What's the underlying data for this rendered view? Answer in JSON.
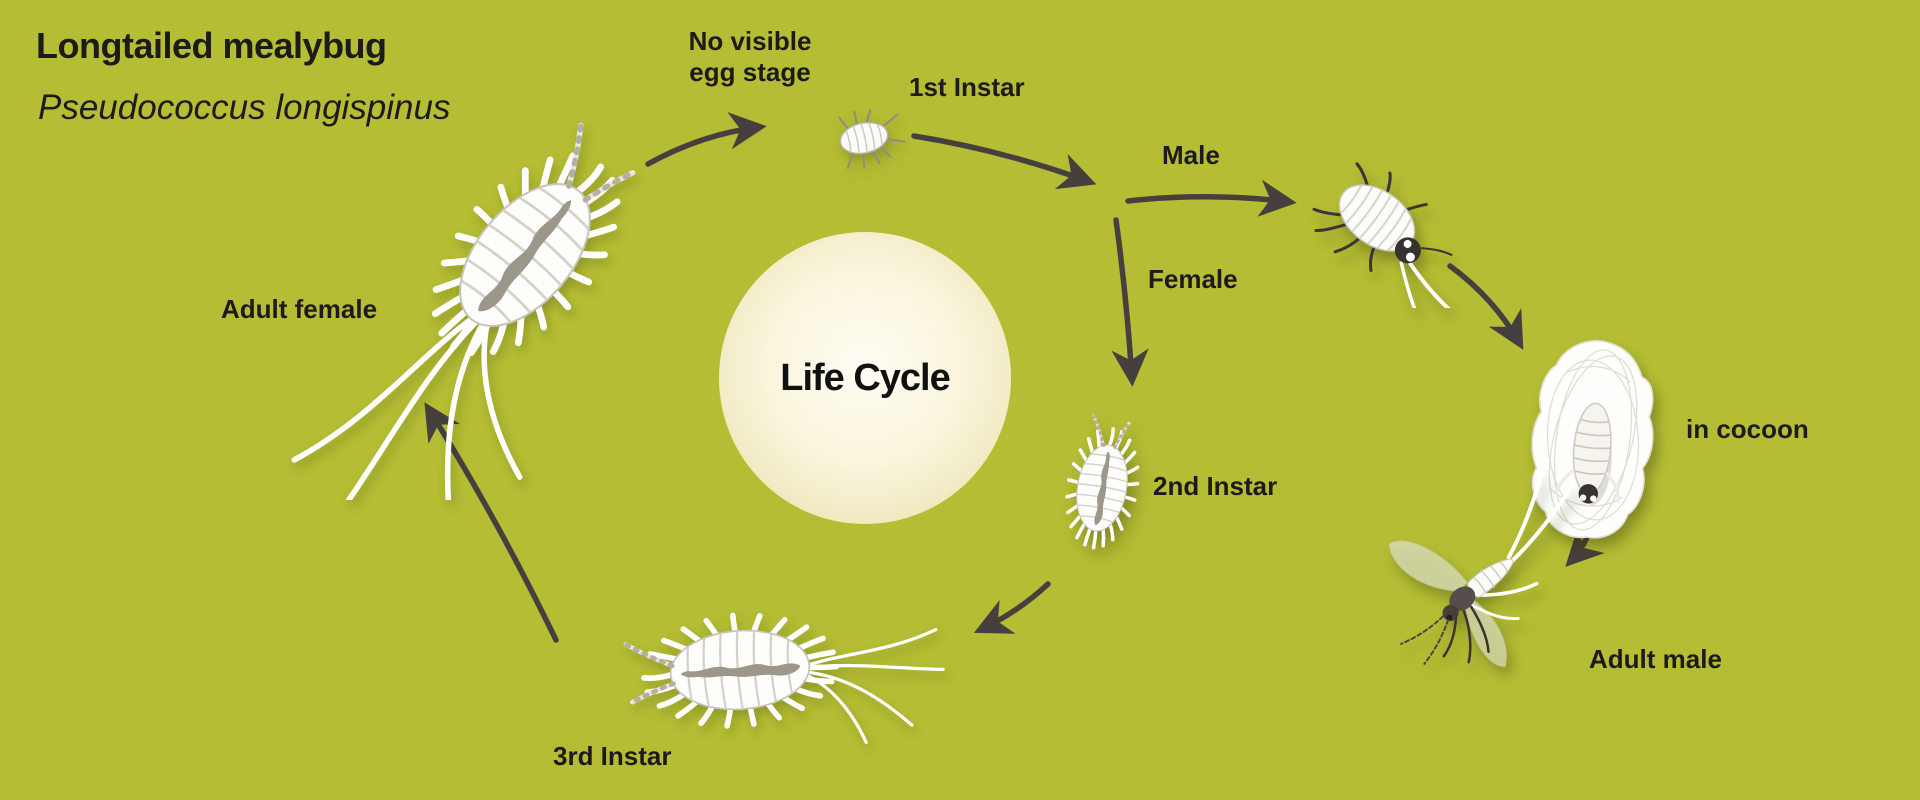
{
  "header": {
    "common_name": "Longtailed mealybug",
    "scientific_name": "Pseudococcus longispinus"
  },
  "center_circle": {
    "label": "Life Cycle"
  },
  "stage_labels": {
    "egg_stage": "No visible\negg stage",
    "first_instar": "1st Instar",
    "male_branch": "Male",
    "female_branch": "Female",
    "in_cocoon": "in cocoon",
    "second_instar": "2nd Instar",
    "adult_male": "Adult male",
    "third_instar": "3rd Instar",
    "adult_female": "Adult female"
  },
  "colors": {
    "background": "#b4bd33",
    "text": "#1d1b1a",
    "arrow": "#45403e",
    "circle_center": "#fffdf4",
    "circle_edge": "#e9e2ae"
  }
}
